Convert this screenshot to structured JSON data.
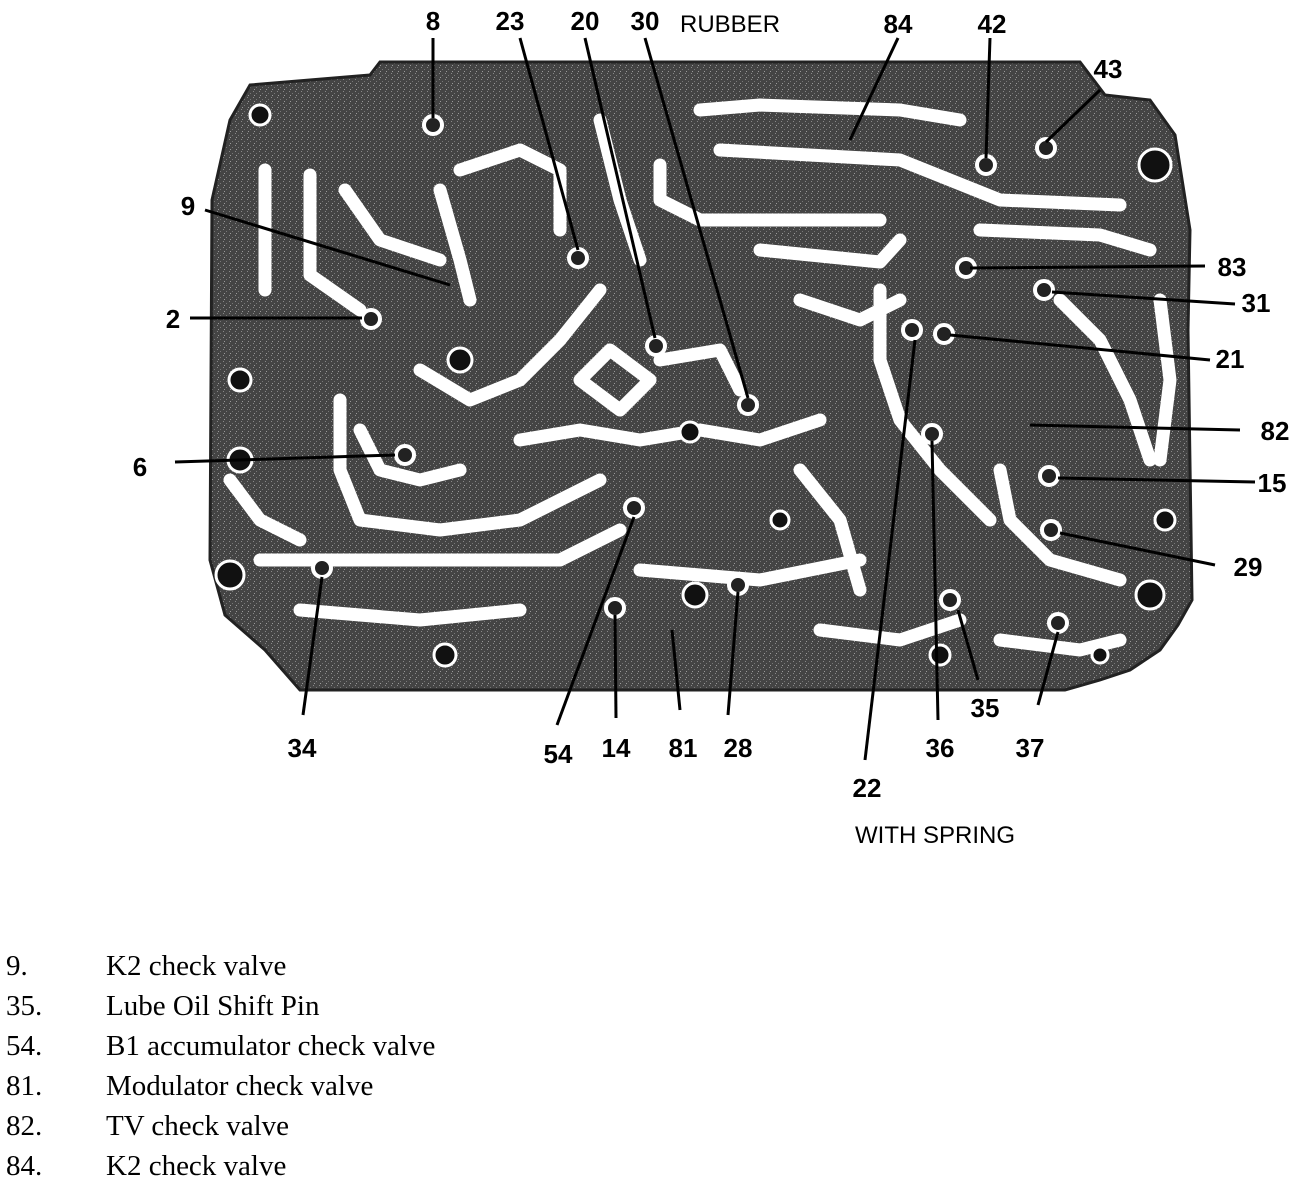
{
  "diagram": {
    "callouts": [
      "8",
      "23",
      "20",
      "30",
      "84",
      "42",
      "43",
      "9",
      "2",
      "6",
      "83",
      "31",
      "21",
      "82",
      "15",
      "29",
      "34",
      "54",
      "14",
      "81",
      "28",
      "36",
      "35",
      "37",
      "22"
    ],
    "notes": [
      "RUBBER",
      "WITH SPRING"
    ],
    "colors": {
      "body": "#3a3a3a",
      "passage": "#ffffff",
      "ink": "#000000"
    }
  },
  "legend": [
    {
      "num": "9.",
      "text": "K2 check valve"
    },
    {
      "num": "35.",
      "text": "Lube Oil Shift Pin"
    },
    {
      "num": "54.",
      "text": "B1 accumulator check valve"
    },
    {
      "num": "81.",
      "text": "Modulator check valve"
    },
    {
      "num": "82.",
      "text": "TV check valve"
    },
    {
      "num": "84.",
      "text": "K2 check valve"
    }
  ]
}
